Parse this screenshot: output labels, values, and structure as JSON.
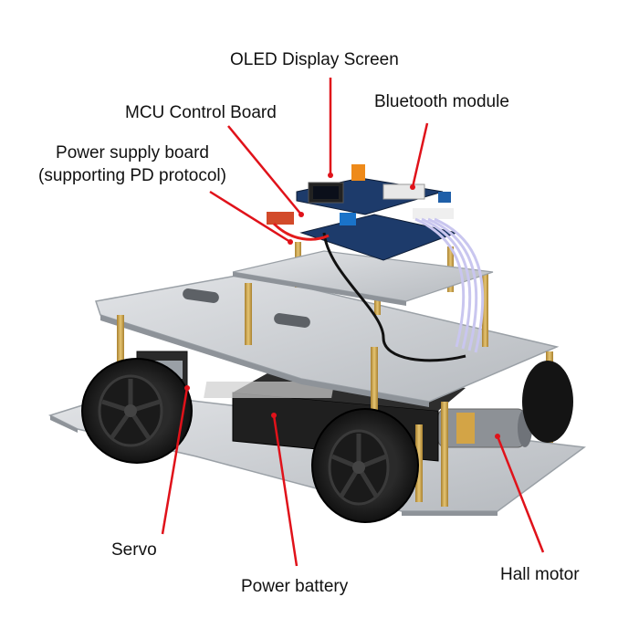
{
  "labels": {
    "oled": "OLED Display Screen",
    "bluetooth": "Bluetooth module",
    "mcu": "MCU Control Board",
    "power_supply_line1": "Power supply board",
    "power_supply_line2": "(supporting PD protocol)",
    "servo": "Servo",
    "battery": "Power battery",
    "hall_motor": "Hall motor"
  },
  "colors": {
    "callout_line": "#e0121a",
    "callout_dot": "#e0121a",
    "text": "#111111",
    "plate": "#c9ccd0",
    "brass": "#c9a24a",
    "tire": "#1e1e1e",
    "pcb": "#1d3b6b",
    "ribbon_cable": "#c9c6ef"
  },
  "icons": [
    "robot-car-illustration",
    "wheel-icon",
    "pcb-board-icon"
  ]
}
